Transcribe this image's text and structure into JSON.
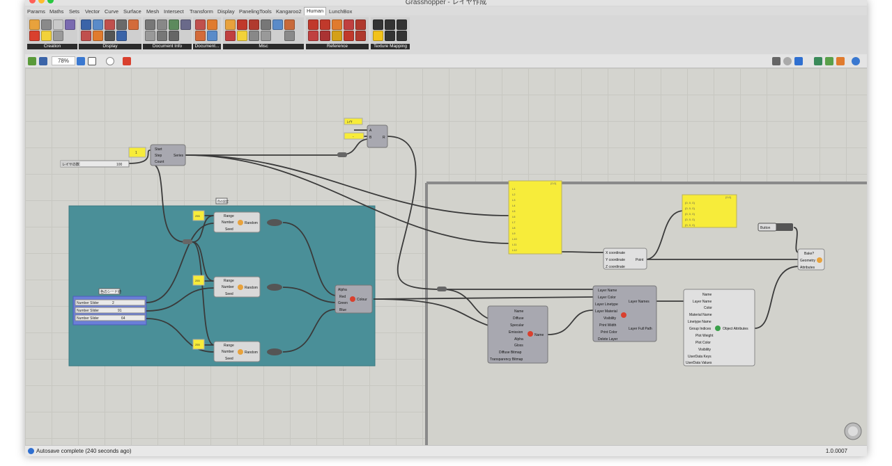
{
  "window": {
    "title": "Grasshopper - レイヤ作成"
  },
  "menu_tabs": [
    "Params",
    "Maths",
    "Sets",
    "Vector",
    "Curve",
    "Surface",
    "Mesh",
    "Intersect",
    "Transform",
    "Display",
    "PanelingTools",
    "Kangaroo2",
    "Human",
    "LunchBox"
  ],
  "active_tab": "Human",
  "ribbon_groups": [
    "Creation",
    "Display",
    "Document Info",
    "Document...",
    "Misc",
    "Reference",
    "Texture Mapping"
  ],
  "toolbar": {
    "zoom": "78%"
  },
  "canvas": {
    "slider_layer_count": {
      "label": "レイヤの数",
      "value": "100"
    },
    "panel_small_1": "1",
    "series": {
      "inputs": [
        "Start",
        "Step",
        "Count"
      ],
      "name": "Series"
    },
    "panel_ai": "ﾚｲﾔ",
    "panel_dash": "-",
    "concat": {
      "inputs": [
        "A",
        "B"
      ],
      "output": "R"
    },
    "group_color_label": "色の設定",
    "group_seed_label": "色のシード値",
    "random_panels": [
      "255",
      "255",
      "255"
    ],
    "random": {
      "inputs": [
        "Range",
        "Number",
        "Seed"
      ],
      "name": "Random"
    },
    "number_sliders": [
      {
        "label": "Number Slider",
        "value": "2"
      },
      {
        "label": "Number Slider",
        "value": "91"
      },
      {
        "label": "Number Slider",
        "value": "64"
      }
    ],
    "colour": {
      "inputs": [
        "Alpha",
        "Red",
        "Green",
        "Blue"
      ],
      "name": "Colour"
    },
    "list_panel": {
      "header": "{0;0}",
      "rows": [
        "L1",
        "L2",
        "L3",
        "L4",
        "L5",
        "L6",
        "L7",
        "L8",
        "L9",
        "L10",
        "L11",
        "L12"
      ]
    },
    "point_panel": {
      "header": "{0;0}",
      "rows": [
        "{0, 0, 0}",
        "{0, 0, 0}",
        "{0, 0, 0}",
        "{0, 0, 0}",
        "{0, 0, 0}"
      ]
    },
    "construct_point": {
      "inputs": [
        "X coordinate",
        "Y coordinate",
        "Z coordinate"
      ],
      "name": "Point"
    },
    "button": "Button",
    "bake": {
      "inputs": [
        "Bake?",
        "Geometry",
        "Attributes"
      ]
    },
    "material": {
      "inputs": [
        "Name",
        "Diffuse",
        "Specular",
        "Emission",
        "Alpha",
        "Gloss",
        "Diffuse Bitmap",
        "Transparency Bitmap"
      ],
      "output": "Name"
    },
    "create_layers": {
      "inputs": [
        "Layer Name",
        "Layer Color",
        "Layer Linetype",
        "Layer Material",
        "Visibility",
        "Print Width",
        "Print Color",
        "Delete Layer"
      ],
      "outputs": [
        "Layer Names",
        "Layer Full Path"
      ]
    },
    "attributes": {
      "inputs": [
        "Name",
        "Layer Name",
        "Color",
        "Material Name",
        "Linetype Name",
        "Group Indices",
        "Plot Weight",
        "Plot Color",
        "Visibility",
        "UserData Keys",
        "UserData Values"
      ],
      "output": "Object Attributes"
    }
  },
  "status": {
    "message": "Autosave complete (240 seconds ago)",
    "version": "1.0.0007"
  }
}
